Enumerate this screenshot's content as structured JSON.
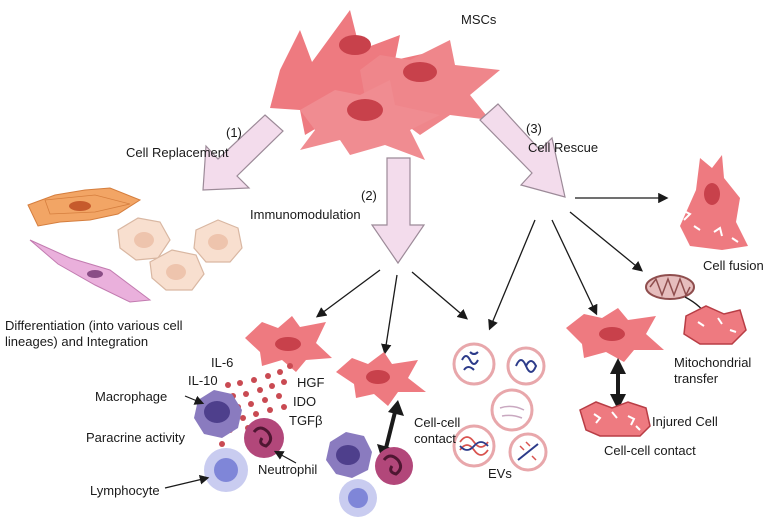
{
  "diagram": {
    "title": "MSCs",
    "branches": {
      "replacement": {
        "number": "(1)",
        "label": "Cell Replacement"
      },
      "immuno": {
        "number": "(2)",
        "label": "Immunomodulation"
      },
      "rescue": {
        "number": "(3)",
        "label": "Cell Rescue"
      }
    },
    "outcomes": {
      "differentiation": "Differentiation (into various cell lineages) and Integration",
      "paracrine": "Paracrine activity",
      "cell_contact_immuno": "Cell-cell contact",
      "evs": "EVs",
      "cell_fusion": "Cell fusion",
      "mito": "Mitochondrial transfer",
      "injured_cell": "Injured Cell",
      "cell_contact_rescue": "Cell-cell contact"
    },
    "cytokines": {
      "il6": "IL-6",
      "il10": "IL-10",
      "hgf": "HGF",
      "ido": "IDO",
      "tgfb": "TGFβ"
    },
    "cells": {
      "macrophage": "Macrophage",
      "neutrophil": "Neutrophil",
      "lymphocyte": "Lymphocyte"
    },
    "colors": {
      "msc": "#ee7a80",
      "msc_nucleus": "#c8414b",
      "arrow_fill": "#f3dcec",
      "arrow_stroke": "#9c8a98",
      "macrophage": "#8a7bbf",
      "neutrophil": "#b2477a",
      "lymphocyte": "#c9ccf0",
      "dots": "#c94a52"
    }
  }
}
